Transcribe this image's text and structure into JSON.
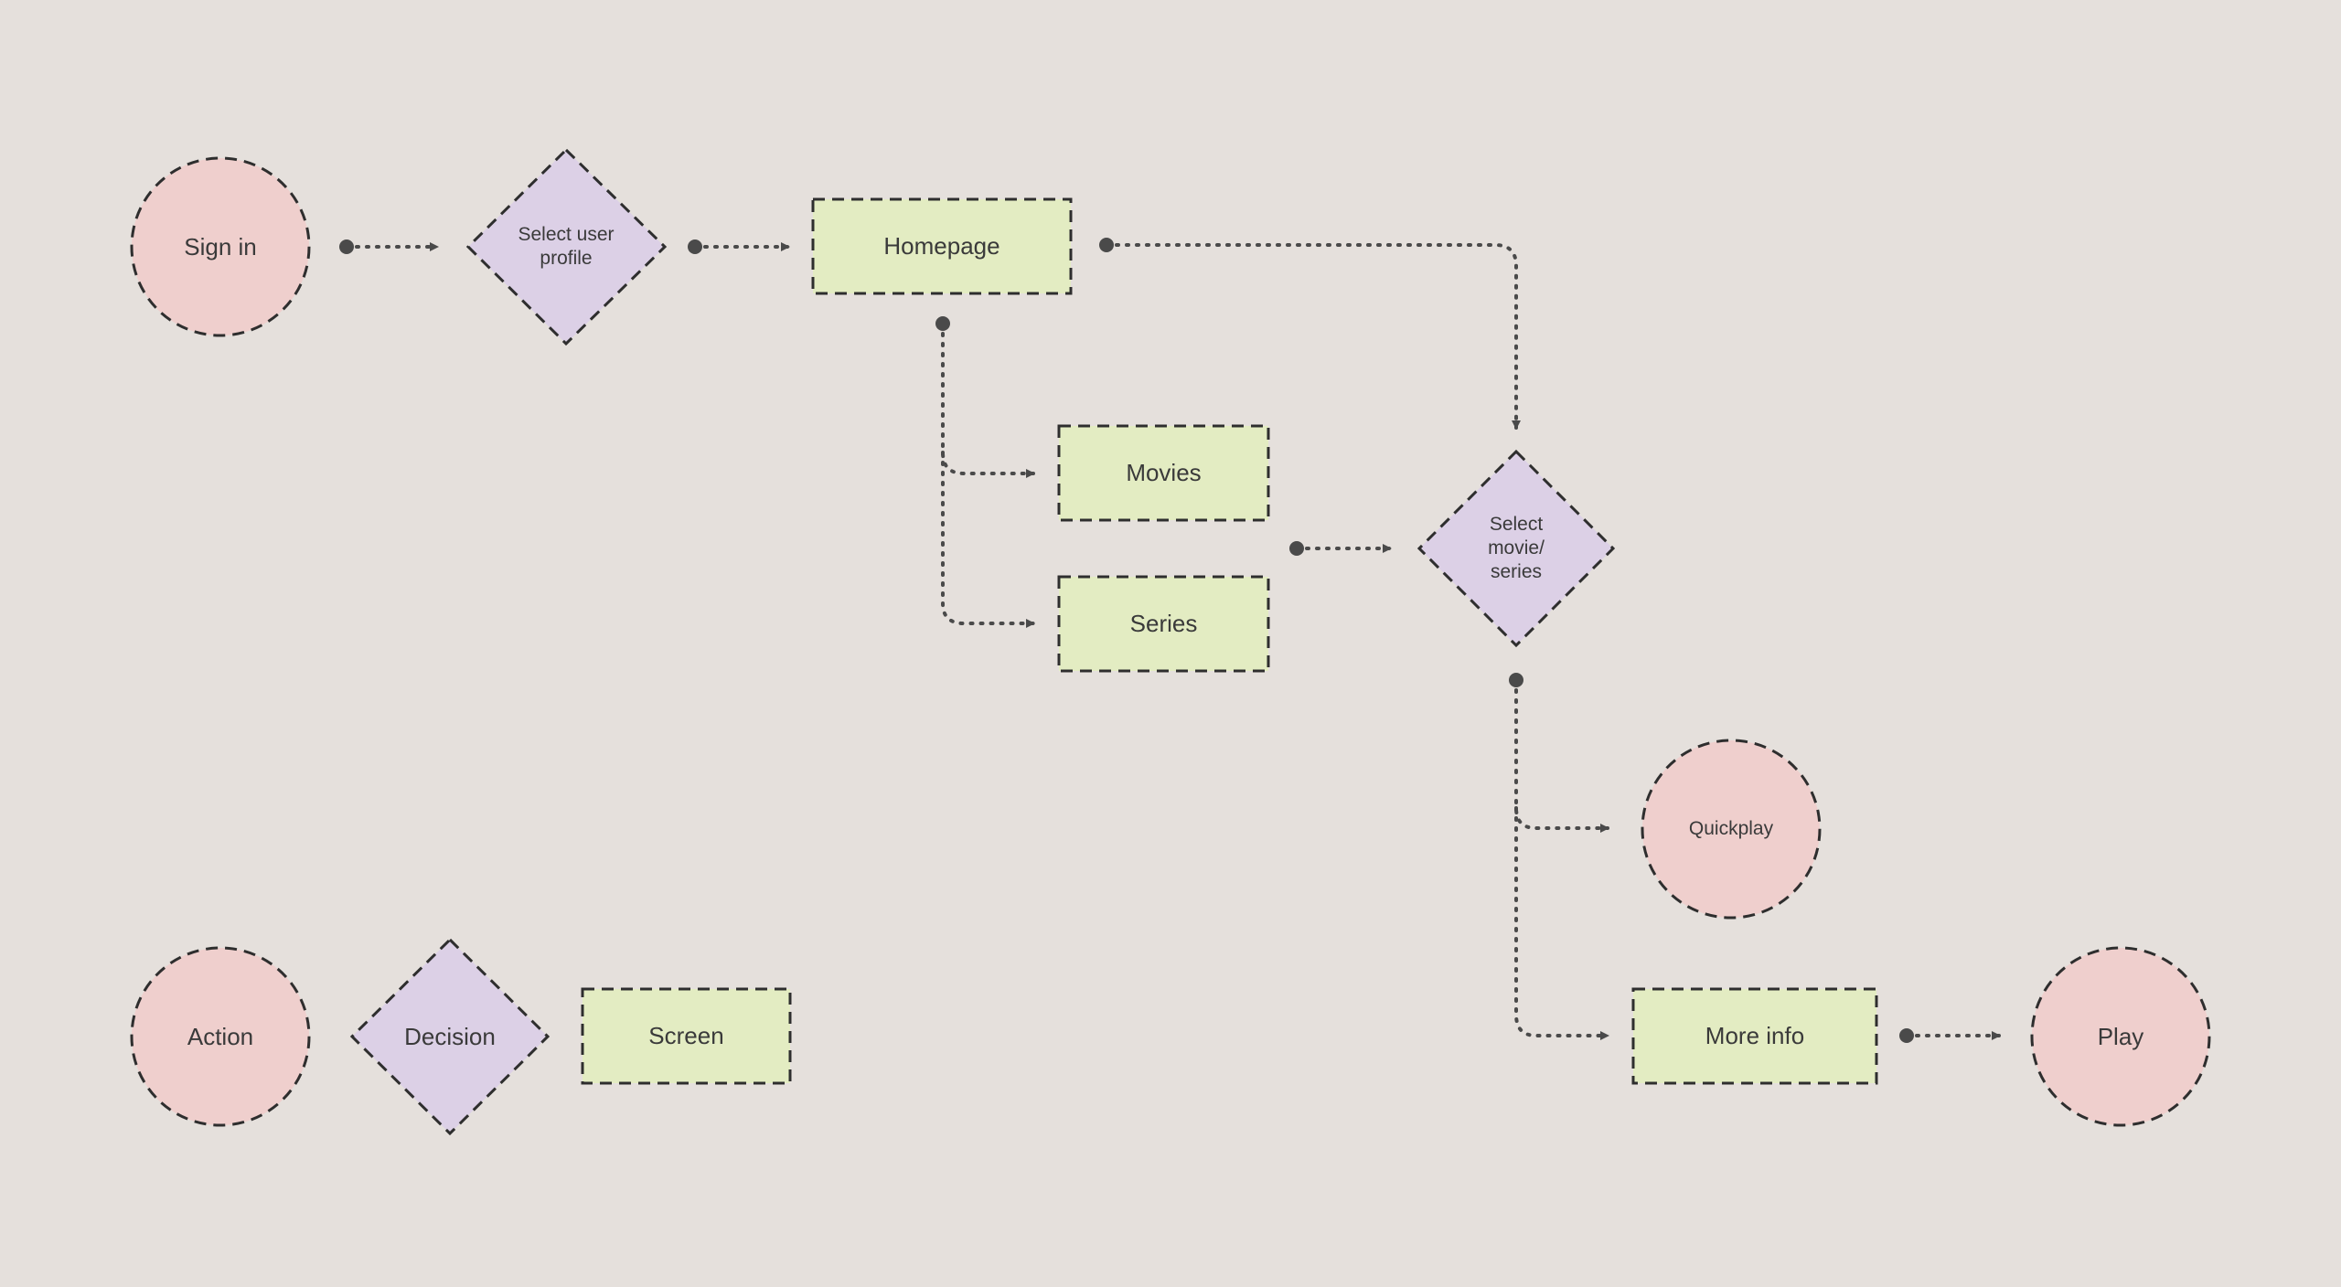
{
  "colors": {
    "background": "#e5e0dc",
    "action_fill": "#efcfcd",
    "decision_fill": "#dcd0e6",
    "screen_fill": "#e3ecc2",
    "stroke": "#2e2e2e",
    "connector": "#4a4a4a"
  },
  "flow": {
    "sign_in": "Sign in",
    "select_user_profile": "Select user profile",
    "homepage": "Homepage",
    "movies": "Movies",
    "series": "Series",
    "select_movie_series": "Select movie/ series",
    "quickplay": "Quickplay",
    "more_info": "More info",
    "play": "Play"
  },
  "legend": {
    "action": "Action",
    "decision": "Decision",
    "screen": "Screen"
  }
}
